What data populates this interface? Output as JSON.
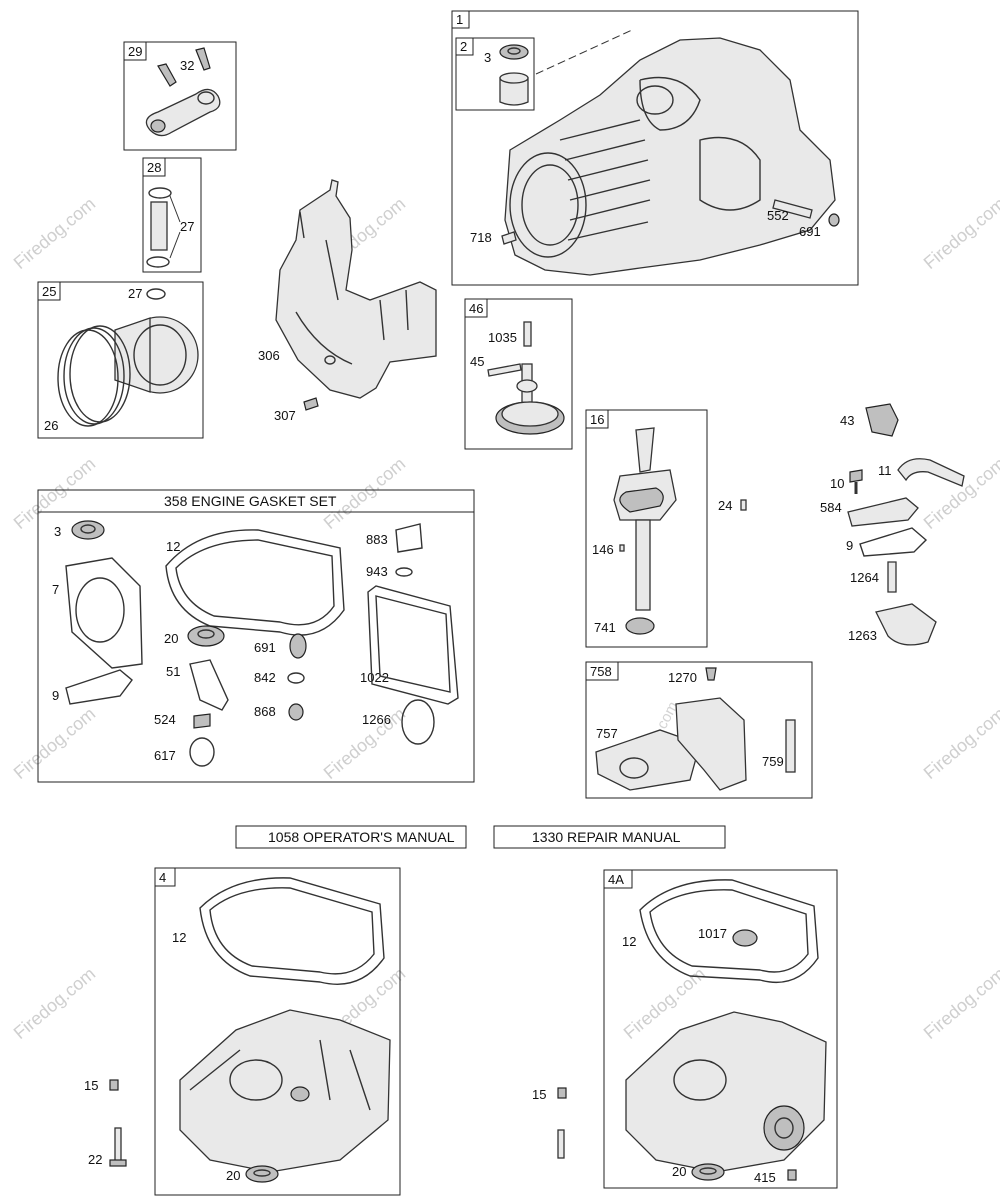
{
  "boxes": {
    "b1": "1",
    "b2": "2",
    "b29": "29",
    "b28": "28",
    "b25": "25",
    "b46": "46",
    "b16": "16",
    "b758": "758",
    "b4": "4",
    "b4a": "4A"
  },
  "headers": {
    "gasket_set": "358 ENGINE GASKET SET",
    "operators_manual": "1058 OPERATOR'S MANUAL",
    "repair_manual": "1330 REPAIR MANUAL"
  },
  "callouts": {
    "c3a": "3",
    "c552": "552",
    "c691a": "691",
    "c718": "718",
    "c32": "32",
    "c27a": "27",
    "c27b": "27",
    "c26": "26",
    "c306": "306",
    "c307": "307",
    "c1035": "1035",
    "c45": "45",
    "c24": "24",
    "c146": "146",
    "c741": "741",
    "c43": "43",
    "c10": "10",
    "c11": "11",
    "c584": "584",
    "c9a": "9",
    "c1264": "1264",
    "c1263": "1263",
    "c3b": "3",
    "c7": "7",
    "c9b": "9",
    "c12a": "12",
    "c20a": "20",
    "c51": "51",
    "c524": "524",
    "c617": "617",
    "c691b": "691",
    "c842": "842",
    "c868": "868",
    "c883": "883",
    "c943": "943",
    "c1022": "1022",
    "c1266": "1266",
    "c1270": "1270",
    "c757": "757",
    "c759": "759",
    "c12b": "12",
    "c15a": "15",
    "c22": "22",
    "c20b": "20",
    "c12c": "12",
    "c1017": "1017",
    "c15b": "15",
    "c20c": "20",
    "c415": "415"
  },
  "watermark": {
    "text": "Firedog.com",
    "center_text": "© Firedog.com"
  }
}
